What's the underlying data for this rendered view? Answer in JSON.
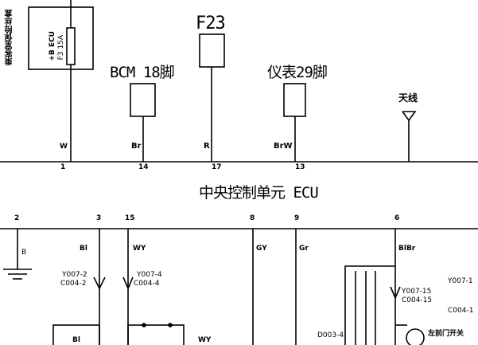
{
  "fuse_box": {
    "title": "乘客室保险丝盒",
    "fuse_name": "+B ECU",
    "fuse_rating": "F3 15A"
  },
  "connectors": {
    "bcm": "BCM 18脚",
    "f23": "F23",
    "meter": "仪表29脚",
    "antenna": "天线"
  },
  "wires_top": {
    "w": "W",
    "br": "Br",
    "r": "R",
    "brw": "BrW"
  },
  "pins_top": {
    "p1": "1",
    "p14": "14",
    "p17": "17",
    "p13": "13"
  },
  "ecu": {
    "label": "中央控制单元 ECU"
  },
  "pins_bottom": {
    "p2": "2",
    "p3": "3",
    "p15": "15",
    "p8": "8",
    "p9": "9",
    "p6": "6"
  },
  "wires_bottom": {
    "b": "B",
    "bl": "Bl",
    "wy": "WY",
    "gy": "GY",
    "gr": "Gr",
    "blbr": "BlBr",
    "bl_box": "Bl",
    "wy_box": "WY"
  },
  "connector_refs": {
    "y007_2": "Y007-2",
    "c004_2": "C004-2",
    "y007_4": "Y007-4",
    "c004_4": "C004-4",
    "y007_15": "Y007-15",
    "c004_15": "C004-15",
    "y007_15r": "Y007-1",
    "c004_14r": "C004-1",
    "d003_4": "D003-4"
  },
  "component": {
    "door_switch": "左前门开关"
  },
  "colors": {
    "line": "#000000",
    "background": "#ffffff"
  }
}
